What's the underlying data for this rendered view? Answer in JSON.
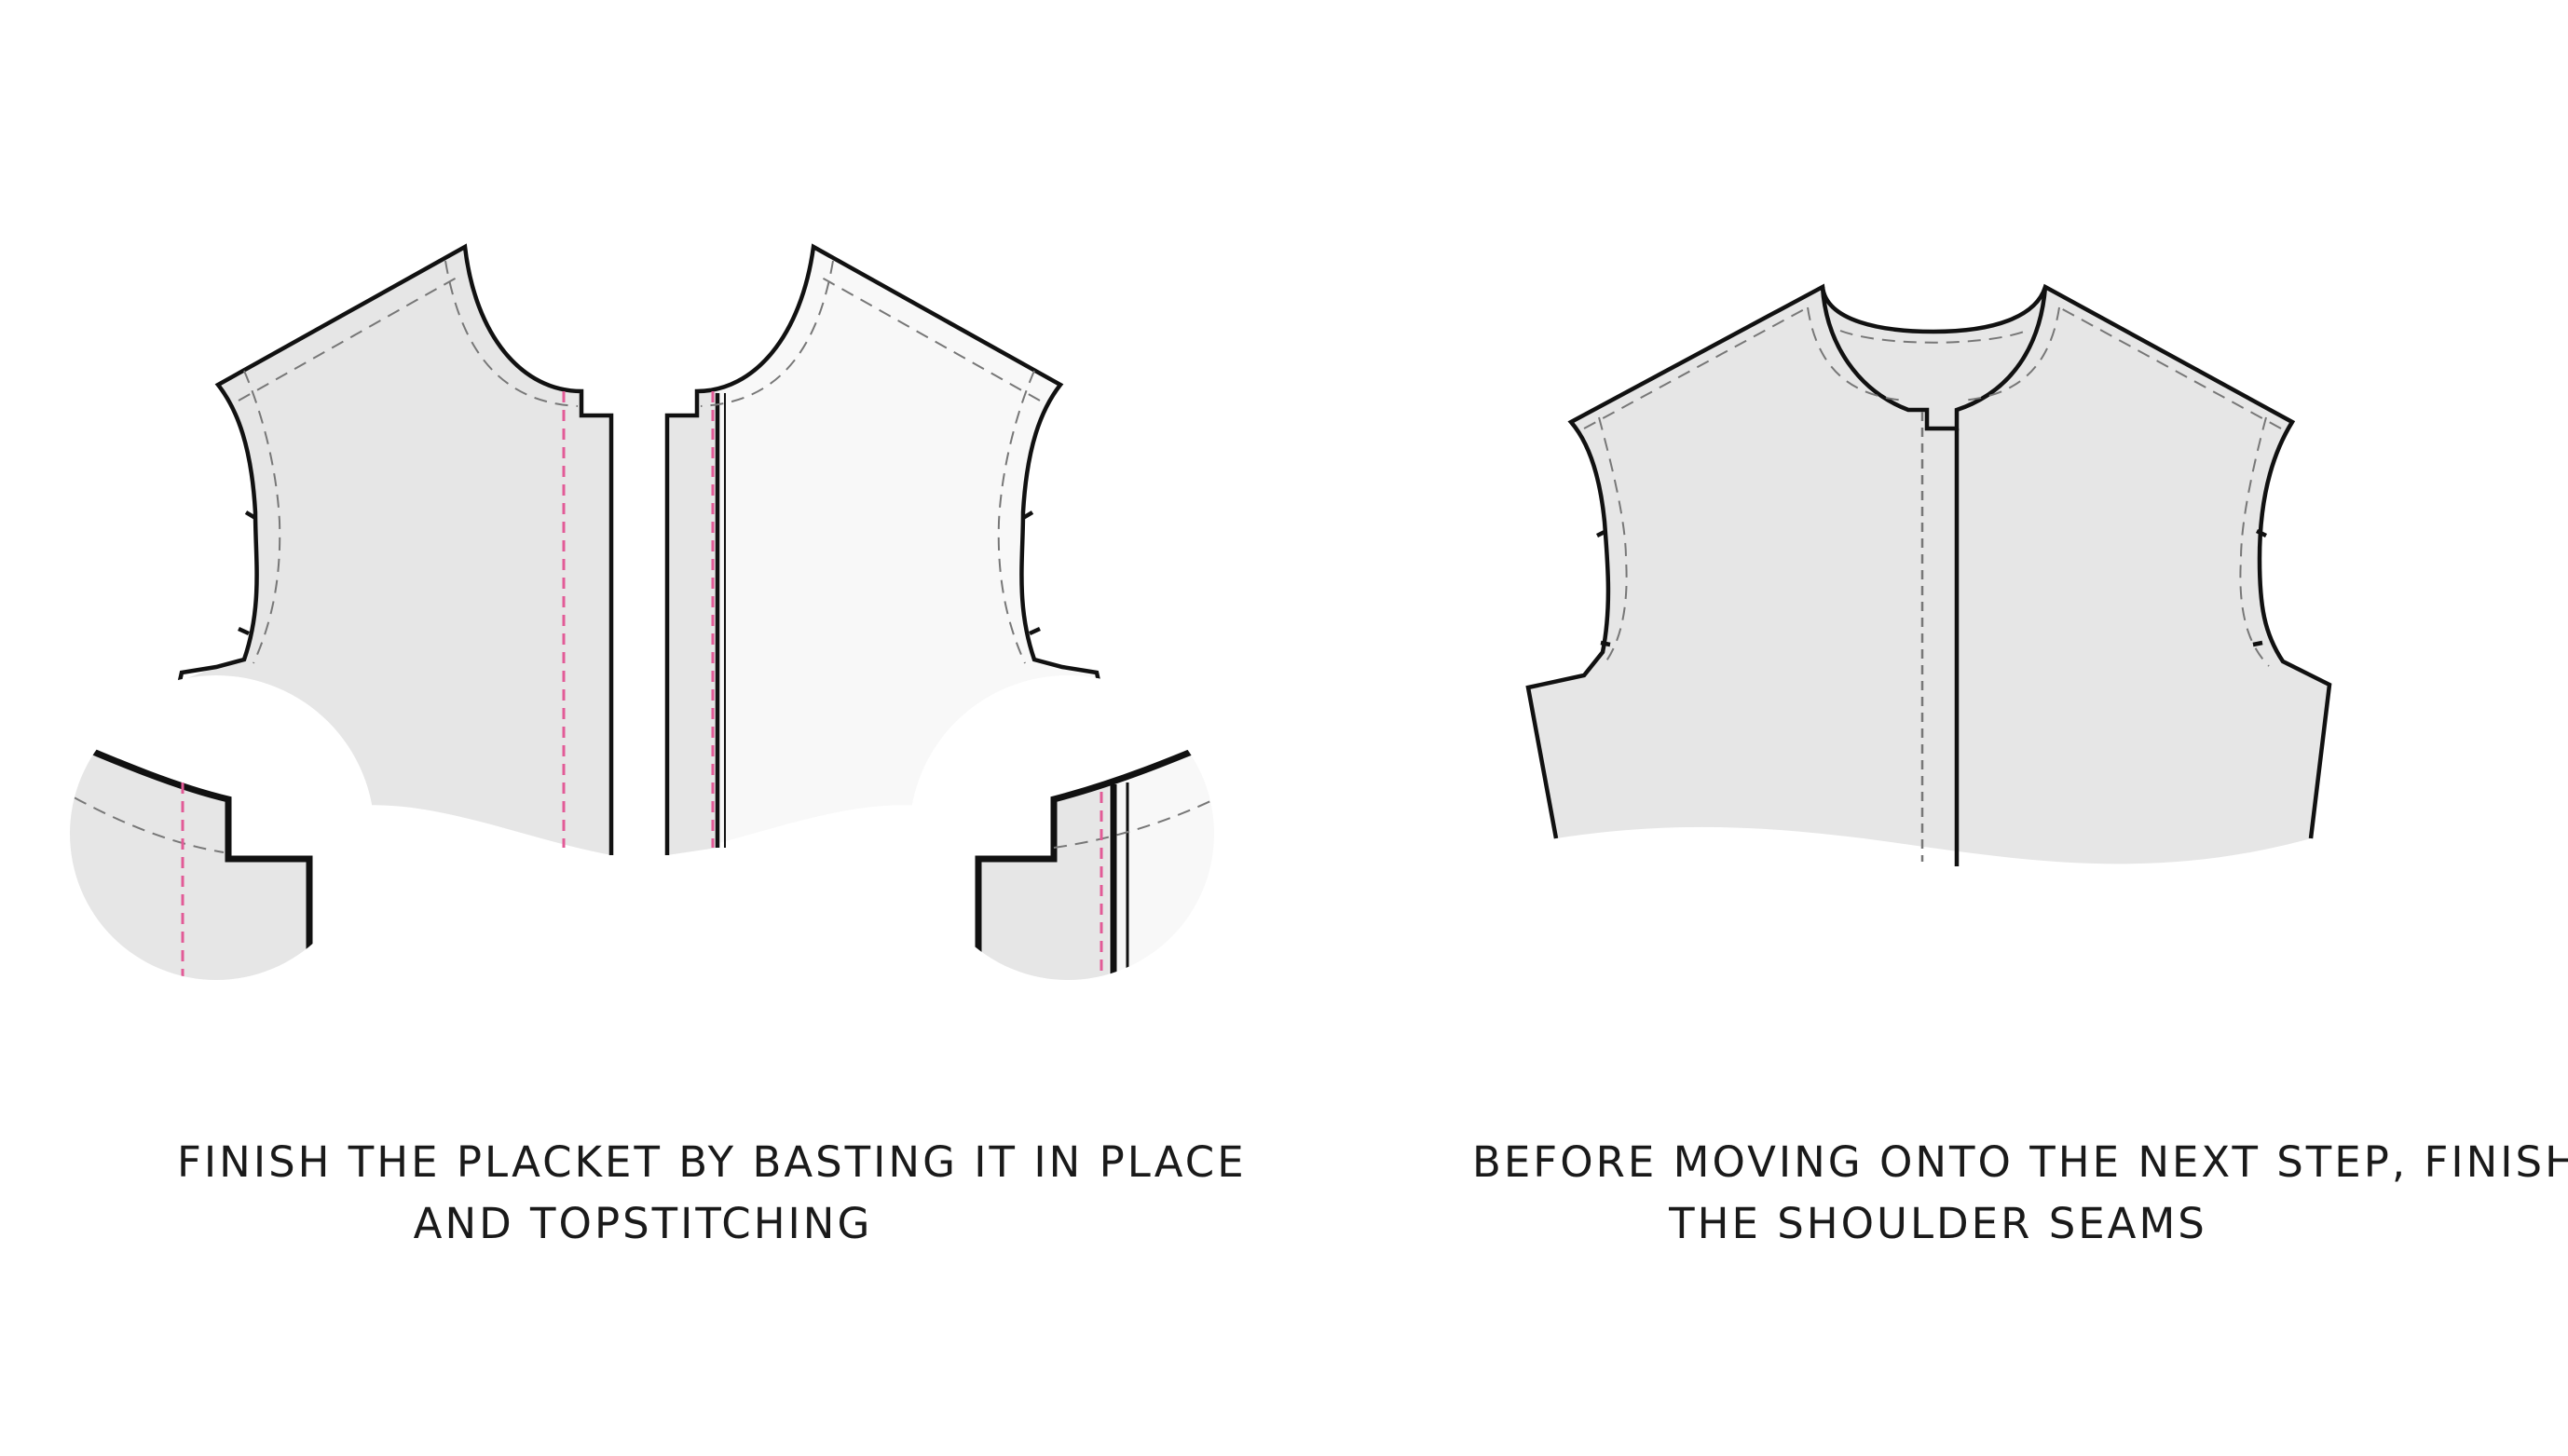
{
  "captions": {
    "left": {
      "line1": "FINISH THE PLACKET BY BASTING IT IN PLACE",
      "line2": "AND TOPSTITCHING"
    },
    "right": {
      "line1": "BEFORE MOVING ONTO THE NEXT STEP, FINISH",
      "line2": "THE SHOULDER SEAMS"
    }
  },
  "colors": {
    "fabric_wrong_side": "#e6e6e6",
    "fabric_right_side": "#f8f8f8",
    "outline": "#111111",
    "seam_allowance": "#777777",
    "basting_stitch": "#e25b97",
    "background": "#ffffff"
  }
}
